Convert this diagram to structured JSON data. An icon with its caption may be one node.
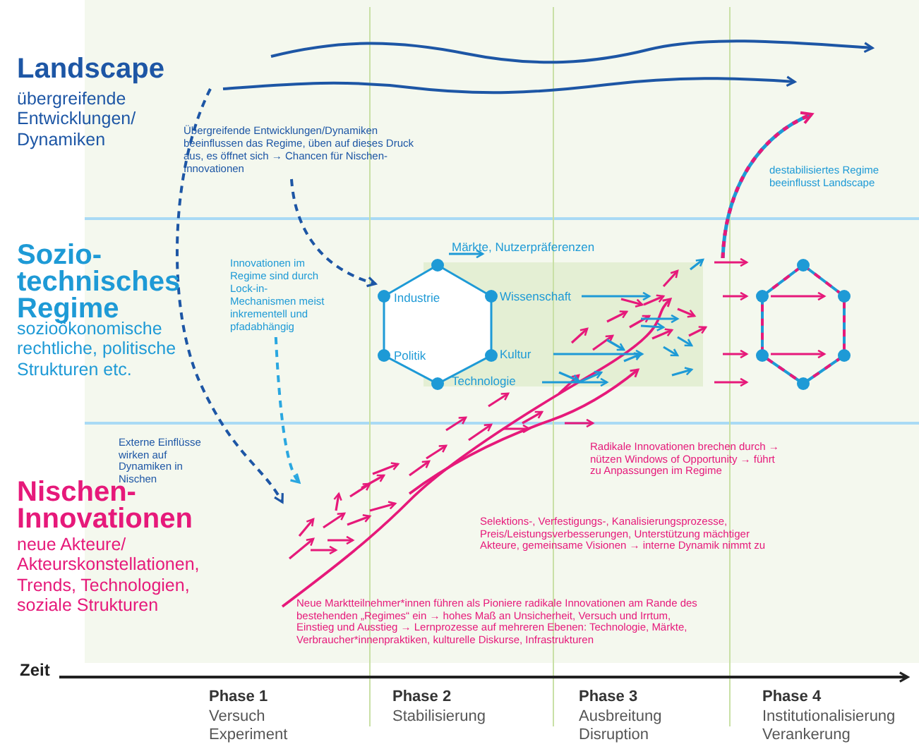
{
  "diagram": {
    "nodes": [
      {
        "text": [
          "Übergreifende Entwicklungen/Dynamiken beeinflussen das Regime, üben auf dieses Druck aus, es öffnet sich → Chancen für Nischen-Innovationen"
        ]
      },
      {
        "text": [
          "Industrie",
          "Politik"
        ],
        "beside": [
          "Märkte, Nutzerpräferenzen",
          "Wissenschaft",
          "Kultur",
          "Technologie"
        ]
      },
      {
        "text": [
          "Innovationen im Regime sind durch Lock-in-Mechanismen meist inkrementell und pfadabhängig"
        ]
      },
      {
        "text": [],
        "shape": "hexagon"
      }
    ],
    "edges": [
      {
        "from": 0,
        "to": 1,
        "arrow": "to",
        "style": "dashed"
      },
      {
        "from": 2,
        "to": null,
        "arrow": "to",
        "style": "dashed",
        "color": "#2aa7e0"
      }
    ],
    "labels": [
      "Landscape",
      "übergreifende Entwicklungen/ Dynamiken",
      "destabilisiertes Regime beeinflusst Landscape",
      "Sozio- technisches Regime",
      "sozioökonomische rechtliche, politische Strukturen etc.",
      "Externe Einflüsse wirken auf Dynamiken in Nischen",
      "Radikale Innovationen brechen durch → nützen Windows of Opportunity → führt zu Anpassungen im Regime",
      "Nischen- Innovationen",
      "neue Akteure/ Akteurskonstellationen, Trends, Technologien, soziale Strukturen",
      "Selektions-, Verfestigungs-, Kanalisierungsprozesse, Preis/Leistungsverbesserungen, Unterstützung mächtiger Akteure, gemeinsame Visionen → interne Dynamik nimmt zu",
      "Neue Marktteilnehmer*innen führen als Pioniere radikale Innovationen am Rande des bestehenden „Regimes“ ein → hohes Maß an Unsicherheit, Versuch und Irrtum, Einstieg und Ausstieg → Lernprozesse auf mehreren Ebenen: Technologie, Märkte, Verbraucher*innenpraktiken, kulturelle Diskurse, Infrastrukturen",
      "Zeit",
      "Phase 1",
      "Versuch",
      "Experiment",
      "Phase 2",
      "Stabilisierung",
      "Phase 3",
      "Ausbreitung",
      "Disruption",
      "Phase 4",
      "Institutionalisierung",
      "Verankerung"
    ]
  }
}
